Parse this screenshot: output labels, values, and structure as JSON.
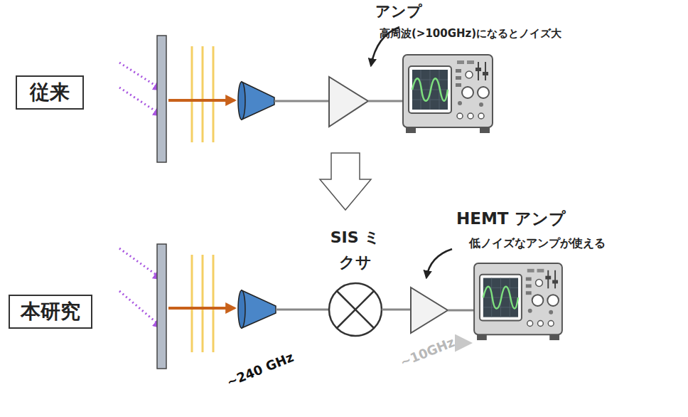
{
  "diagram": {
    "nodes": [
      {
        "text": [
          "従来"
        ]
      },
      {
        "text": [
          "本研究"
        ]
      }
    ],
    "labels": [
      "アンプ",
      "高周波(>100GHz)になるとノイズ大",
      "SIS ミクサ",
      "HEMT アンプ",
      "低ノイズなアンプが使える",
      "~240 GHz",
      "~10GHz"
    ]
  }
}
